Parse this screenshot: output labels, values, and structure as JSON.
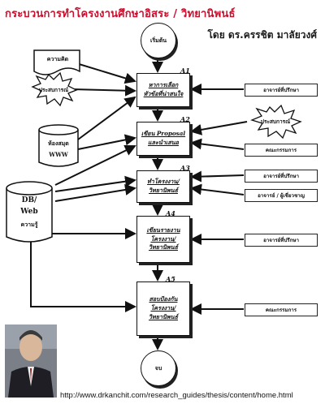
{
  "title": "กระบวนการทำโครงงานศึกษาอิสระ / วิทยานิพนธ์",
  "author": "โดย ดร.ครรชิต มาลัยวงศ์",
  "start_label": "เริ่มต้น",
  "end_label": "จบ",
  "steps": [
    {
      "id": "A1",
      "lines": [
        "หาการเลือก",
        "หัวข้อที่น่าสนใจ"
      ]
    },
    {
      "id": "A2",
      "lines": [
        "เขียน Proposal",
        "และนำเสนอ"
      ]
    },
    {
      "id": "A3",
      "lines": [
        "ทำโครงงาน/",
        "วิทยานิพนธ์"
      ]
    },
    {
      "id": "A4",
      "lines": [
        "เขียนรายงาน",
        "โครงงาน/",
        "วิทยานิพนธ์"
      ]
    },
    {
      "id": "A5",
      "lines": [
        "สอบป้องกัน",
        "โครงงาน/",
        "วิทยานิพนธ์"
      ]
    }
  ],
  "left_inputs": {
    "idea": "ความคิด",
    "experience": "ประสบการณ์",
    "library": [
      "ห้องสมุด",
      "WWW"
    ],
    "database": [
      "DB/",
      "Web",
      "ความรู้"
    ]
  },
  "right_inputs": {
    "advisor_1": "อาจารย์ที่ปรึกษา",
    "experience": "ประสบการณ์",
    "committee_1": "คณะกรรมการ",
    "advisor_2": "อาจารย์ที่ปรึกษา",
    "advisor_expert": "อาจารย์ / ผู้เชี่ยวชาญ",
    "advisor_3": "อาจารย์ที่ปรึกษา",
    "committee_2": "คณะกรรมการ"
  },
  "url": "http://www.drkanchit.com/research_guides/thesis/content/home.html"
}
